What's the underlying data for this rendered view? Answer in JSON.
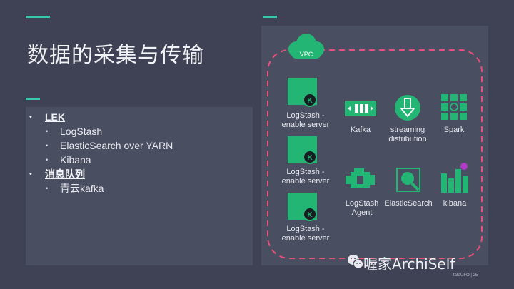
{
  "slide": {
    "title": "数据的采集与传输",
    "bullets": [
      {
        "label": "LEK",
        "children": [
          "LogStash",
          "ElasticSearch over YARN",
          "Kibana"
        ]
      },
      {
        "label": "消息队列",
        "children": [
          "青云kafka"
        ]
      }
    ]
  },
  "diagram": {
    "cloud_label": "VPC",
    "badge_letter": "K",
    "servers": [
      {
        "line1": "LogStash -",
        "line2": "enable server"
      },
      {
        "line1": "LogStash -",
        "line2": "enable server"
      },
      {
        "line1": "LogStash -",
        "line2": "enable server"
      }
    ],
    "components": {
      "kafka": "Kafka",
      "streaming_line1": "streaming",
      "streaming_line2": "distribution",
      "spark": "Spark",
      "agent_line1": "LogStash",
      "agent_line2": "Agent",
      "elasticsearch": "ElasticSearch",
      "kibana": "kibana"
    }
  },
  "watermark": "喔家ArchiSelf",
  "footer": "tataUFO  |  25",
  "colors": {
    "background": "#3e4254",
    "panel": "#4a4e61",
    "accent": "#38c9a8",
    "icon_green": "#22b573",
    "dashed_border": "#e8507a",
    "kibana_dot": "#b23ac9"
  }
}
